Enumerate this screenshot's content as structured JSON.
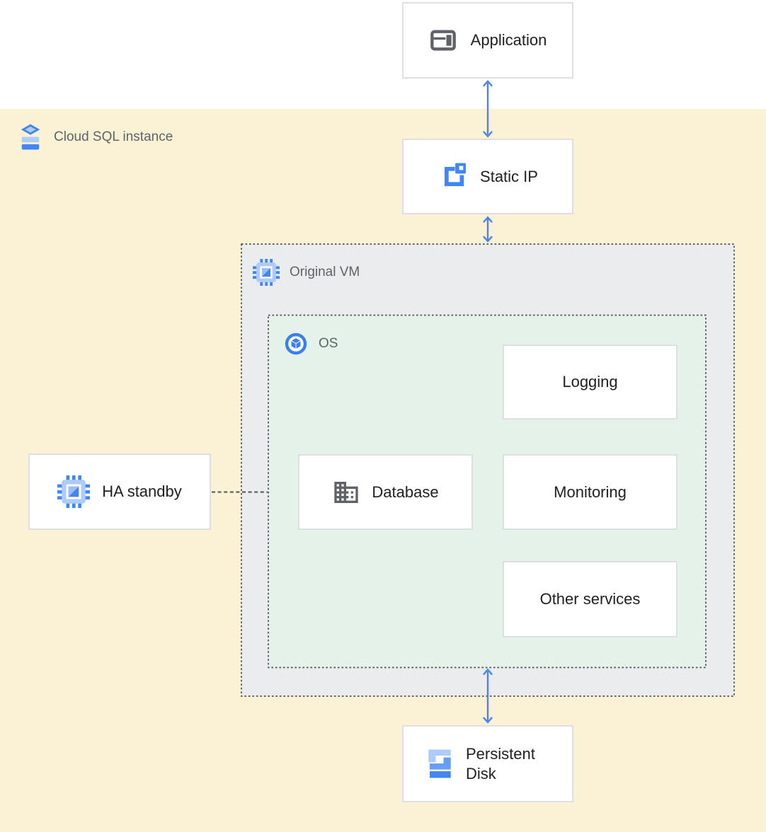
{
  "zones": {
    "cloud_sql_instance": {
      "label": "Cloud SQL instance",
      "icon": "cloud-sql-icon"
    },
    "original_vm": {
      "label": "Original VM",
      "icon": "compute-engine-icon"
    },
    "os": {
      "label": "OS",
      "icon": "os-icon"
    }
  },
  "nodes": {
    "application": {
      "label": "Application",
      "icon": "web-app-icon"
    },
    "static_ip": {
      "label": "Static IP",
      "icon": "external-ip-icon"
    },
    "ha_standby": {
      "label": "HA standby",
      "icon": "compute-engine-icon"
    },
    "database": {
      "label": "Database",
      "icon": "building-icon"
    },
    "logging": {
      "label": "Logging"
    },
    "monitoring": {
      "label": "Monitoring"
    },
    "other_services": {
      "label": "Other services"
    },
    "persistent_disk": {
      "label": "Persistent Disk",
      "icon": "persistent-disk-icon"
    }
  },
  "connections": [
    {
      "from": "application",
      "to": "static_ip",
      "style": "double-headed-arrow"
    },
    {
      "from": "static_ip",
      "to": "original_vm",
      "style": "double-headed-arrow"
    },
    {
      "from": "os",
      "to": "persistent_disk",
      "style": "double-headed-arrow"
    },
    {
      "from": "ha_standby",
      "to": "original_vm_os",
      "style": "dashed-line"
    }
  ],
  "colors": {
    "zone_yellow": "#FBF2D6",
    "zone_gray": "#EBECEE",
    "zone_green": "#E4F2E9",
    "arrow_blue": "#4784F3",
    "icon_blue": "#4285F4",
    "icon_blue_light": "#AECBFA",
    "icon_blue_medium": "#669DF6",
    "icon_gray": "#5F6368",
    "label_gray": "#5F6368",
    "node_text": "#202124",
    "node_border": "#DDDFE2",
    "dash_gray": "#4D5156"
  }
}
